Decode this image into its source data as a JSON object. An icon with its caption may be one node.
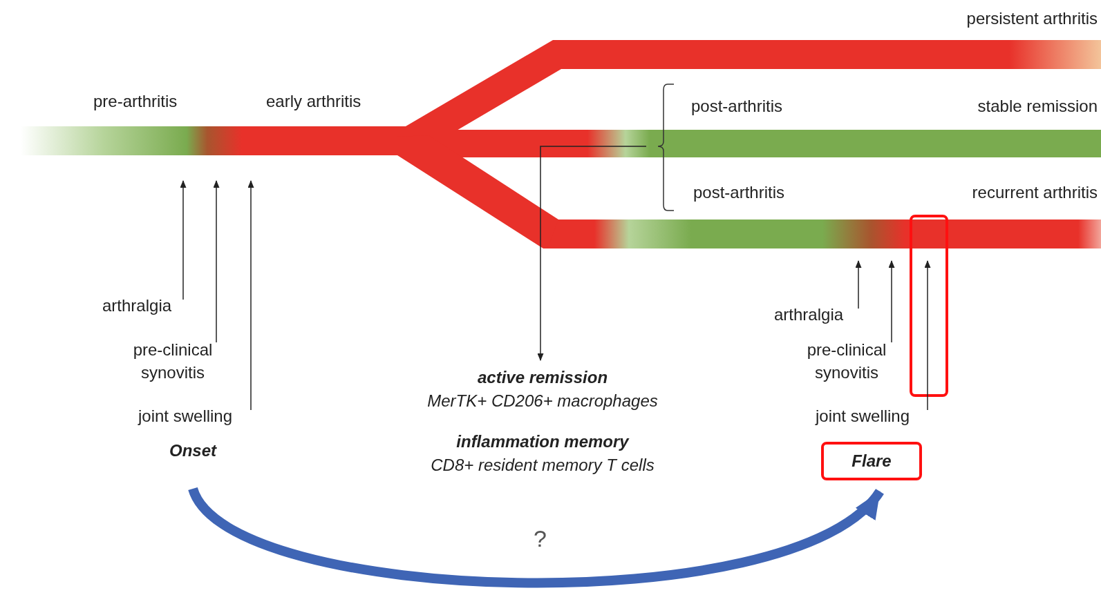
{
  "diagram": {
    "nodes": [
      {
        "text": [
          "pre-arthritis",
          "early arthritis"
        ]
      },
      {
        "text": [
          "persistent arthritis"
        ]
      },
      {
        "text": [
          "post-arthritis",
          "stable remission"
        ]
      },
      {
        "text": [
          "post-arthritis",
          "recurrent arthritis"
        ]
      },
      {
        "text": [
          "arthralgia"
        ]
      },
      {
        "text": [
          "pre-clinical synovitis"
        ]
      },
      {
        "text": [
          "joint swelling"
        ]
      },
      {
        "text": [
          "Onset"
        ]
      },
      {
        "text": [
          "active remission",
          "MerTK+ CD206+ macrophages"
        ]
      },
      {
        "text": [
          "inflammation memory",
          "CD8+ resident memory T cells"
        ]
      },
      {
        "text": [
          "arthralgia"
        ]
      },
      {
        "text": [
          "pre-clinical synovitis"
        ]
      },
      {
        "text": [
          "joint swelling"
        ]
      },
      {
        "text": [
          "Flare"
        ]
      }
    ],
    "edges": [
      {
        "from": 4,
        "to": 0,
        "arrow": "to"
      },
      {
        "from": 5,
        "to": 0,
        "arrow": "to"
      },
      {
        "from": 6,
        "to": 0,
        "arrow": "to"
      },
      {
        "from": 2,
        "to": 8,
        "arrow": "to"
      },
      {
        "from": 10,
        "to": 3,
        "arrow": "to"
      },
      {
        "from": 11,
        "to": 3,
        "arrow": "to"
      },
      {
        "from": 12,
        "to": 3,
        "arrow": "to"
      },
      {
        "from": 7,
        "to": 13,
        "arrow": "to",
        "label": "?",
        "style": "thick",
        "color": "#3f65b5"
      }
    ]
  }
}
